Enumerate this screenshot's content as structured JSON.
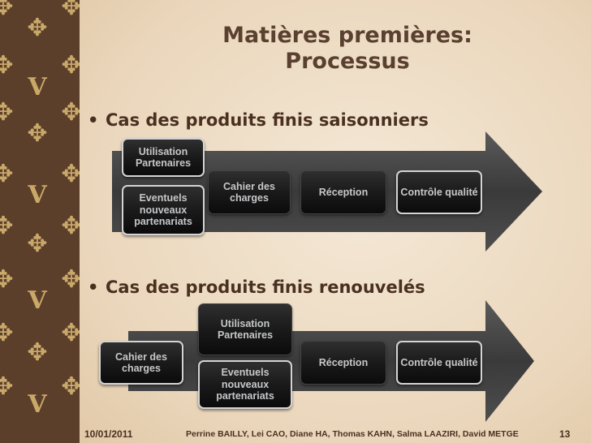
{
  "title": {
    "line1": "Matières premières:",
    "line2": "Processus"
  },
  "section1": {
    "bullet": "Cas des produits finis saisonniers",
    "steps": {
      "utilisation": "Utilisation Partenaires",
      "eventuels": "Eventuels nouveaux partenariats",
      "cahier": "Cahier des charges",
      "reception": "Réception",
      "controle": "Contrôle qualité"
    }
  },
  "section2": {
    "bullet": "Cas des produits finis renouvelés",
    "steps": {
      "cahier": "Cahier des charges",
      "utilisation": "Utilisation Partenaires",
      "eventuels": "Eventuels nouveaux partenariats",
      "reception": "Réception",
      "controle": "Contrôle qualité"
    }
  },
  "footer": {
    "date": "10/01/2011",
    "authors": "Perrine BAILLY, Lei CAO, Diane HA, Thomas KAHN, Salma LAAZIRI, David METGE",
    "page": "13"
  },
  "colors": {
    "band": "#5b3f2a",
    "motif": "#c9a86a",
    "arrow": "#3a3a3a",
    "box": "#1a1a1a",
    "text": "#5a4030"
  },
  "icons": {
    "flower": "quatrefoil-flower-icon",
    "monogram": "lv-monogram-icon"
  }
}
